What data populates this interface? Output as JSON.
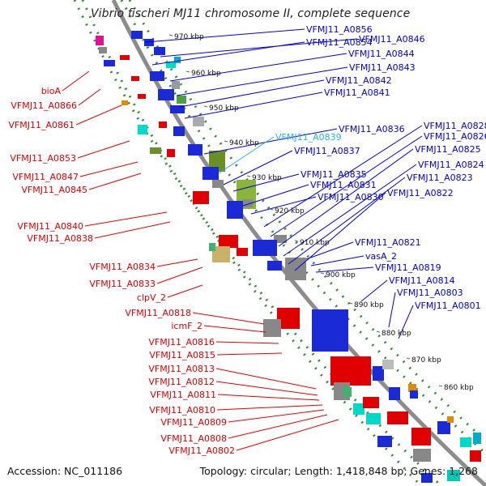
{
  "title": "Vibrio fischeri MJ11 chromosome II, complete sequence",
  "footer": {
    "accession": "Accession: NC_011186",
    "summary": "Topology: circular; Length: 1,418,848 bp; Genes: 1,268"
  },
  "colors": {
    "forward_label": "#0000dd",
    "reverse_label": "#e00000",
    "highlight_label": "#22b8e0",
    "backbone": "#8c8c8c",
    "track_dots": "#2e8b2e"
  },
  "ticks": [
    "970 kbp",
    "960 kbp",
    "950 kbp",
    "940 kbp",
    "930 kbp",
    "920 kbp",
    "910 kbp",
    "900 kbp",
    "890 kbp",
    "880 kbp",
    "870 kbp",
    "860 kbp"
  ],
  "labels_right": [
    "VFMJ11_A0856",
    "VFMJ11_A0846",
    "VFMJ11_A0854",
    "VFMJ11_A0844",
    "VFMJ11_A0843",
    "VFMJ11_A0842",
    "VFMJ11_A0841",
    "VFMJ11_A0836",
    "VFMJ11_A0839",
    "VFMJ11_A0837",
    "VFMJ11_A0828",
    "VFMJ11_A0826",
    "VFMJ11_A0825",
    "VFMJ11_A0824",
    "VFMJ11_A0835",
    "VFMJ11_A0823",
    "VFMJ11_A0831",
    "VFMJ11_A0822",
    "VFMJ11_A0830",
    "VFMJ11_A0821",
    "vasA_2",
    "VFMJ11_A0819",
    "VFMJ11_A0814",
    "VFMJ11_A0803",
    "VFMJ11_A0801"
  ],
  "labels_left": [
    "bioA",
    "VFMJ11_A0866",
    "VFMJ11_A0861",
    "VFMJ11_A0853",
    "VFMJ11_A0847",
    "VFMJ11_A0845",
    "VFMJ11_A0840",
    "VFMJ11_A0838",
    "VFMJ11_A0834",
    "VFMJ11_A0833",
    "clpV_2",
    "VFMJ11_A0818",
    "icmF_2",
    "VFMJ11_A0816",
    "VFMJ11_A0815",
    "VFMJ11_A0813",
    "VFMJ11_A0812",
    "VFMJ11_A0811",
    "VFMJ11_A0810",
    "VFMJ11_A0809",
    "VFMJ11_A0808",
    "VFMJ11_A0802"
  ]
}
